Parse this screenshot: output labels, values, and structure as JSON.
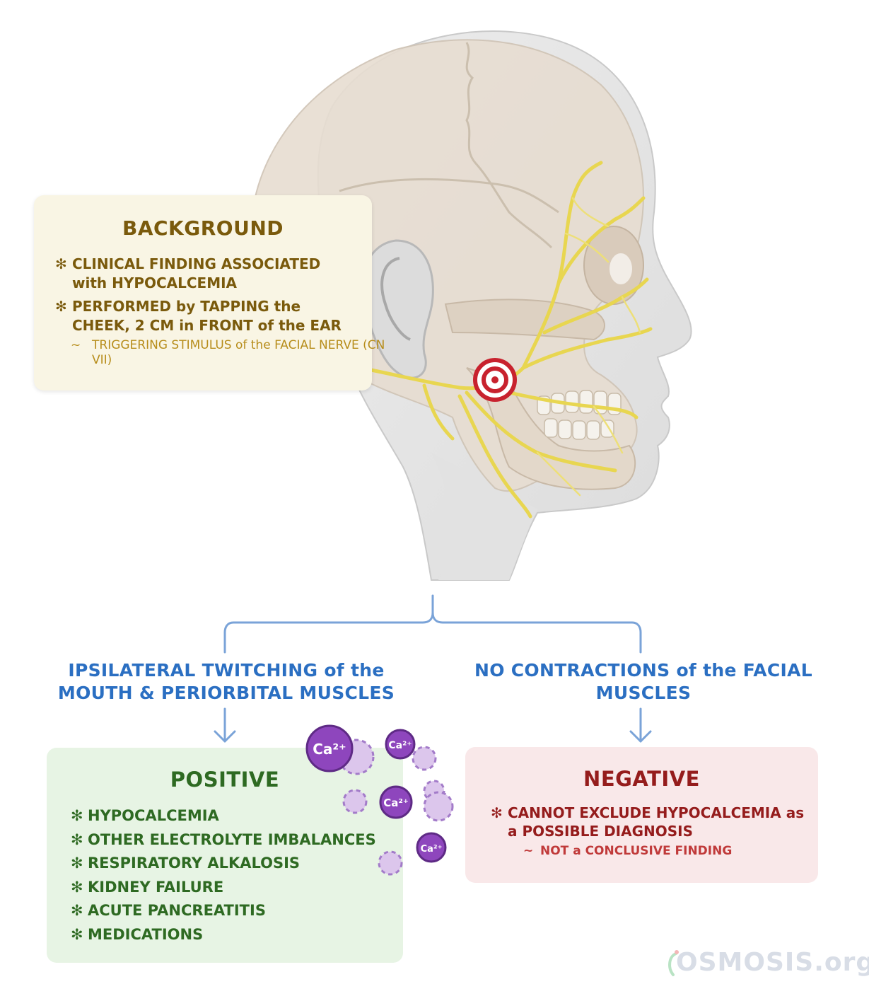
{
  "background": {
    "title": "BACKGROUND",
    "items": [
      {
        "text": "CLINICAL FINDING ASSOCIATED with HYPOCALCEMIA"
      },
      {
        "text": "PERFORMED by TAPPING the CHEEK, 2 CM in FRONT of the EAR",
        "sub": "TRIGGERING STIMULUS of the FACIAL NERVE (CN VII)"
      }
    ]
  },
  "outcomes": {
    "positive_finding": "IPSILATERAL TWITCHING of the MOUTH & PERIORBITAL MUSCLES",
    "negative_finding": "NO CONTRACTIONS of the FACIAL MUSCLES"
  },
  "positive": {
    "title": "POSITIVE",
    "items": [
      "HYPOCALCEMIA",
      "OTHER ELECTROLYTE IMBALANCES",
      "RESPIRATORY ALKALOSIS",
      "KIDNEY FAILURE",
      "ACUTE PANCREATITIS",
      "MEDICATIONS"
    ]
  },
  "negative": {
    "title": "NEGATIVE",
    "items": [
      {
        "text": "CANNOT EXCLUDE HYPOCALCEMIA as a POSSIBLE DIAGNOSIS",
        "sub": "NOT a CONCLUSIVE FINDING"
      }
    ]
  },
  "calcium_ion_label": "Ca²⁺",
  "bullet_symbol": "✻",
  "sub_bullet_symbol": "~",
  "logo": {
    "text": "OSMOSIS.org"
  },
  "colors": {
    "background_text": "#7a5a0c",
    "positive_text": "#2e6a22",
    "negative_text": "#951c1c",
    "arrow_blue": "#7aa3d8",
    "outcome_blue": "#2b6fc2",
    "nerve_yellow": "#e8d650",
    "target_red": "#c8222e",
    "ion_purple": "#7e3fae"
  }
}
